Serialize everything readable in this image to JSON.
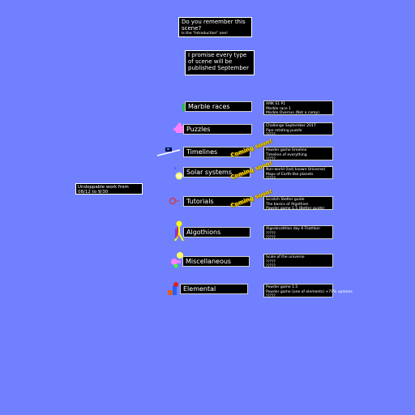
{
  "intro": {
    "line": "Do you remember this scene?",
    "sub": "Is the \"Introduction\" one!"
  },
  "promise": "I promise every type of scene will be published September",
  "undoable": "Undoppable work from 08/12 to 9/30",
  "coming_soon": "Coming soon!",
  "categories": [
    {
      "label": "Marble races",
      "coming": false,
      "info": [
        "AMK S1 P1",
        "Marble race 1",
        "Marble Overrun (Not a camp)"
      ]
    },
    {
      "label": "Puzzles",
      "coming": false,
      "info": [
        "Challenge September 2017",
        "Pipe rotating puzzle",
        "?????"
      ]
    },
    {
      "label": "Timelines",
      "coming": true,
      "info": [
        "Powder game timeline",
        "Timeline of everything",
        "?????"
      ]
    },
    {
      "label": "Solar systems",
      "coming": true,
      "info": [
        "Non-world (last known Universe)",
        "Maps of Earth-like planets",
        "?????"
      ]
    },
    {
      "label": "Tutorials",
      "coming": true,
      "info": [
        "Scratch Stelter guide",
        "The basics of Algothion",
        "Powder game 1.5 (Better guide)"
      ]
    },
    {
      "label": "Algothions",
      "coming": false,
      "info": [
        "Algodecathlon day 6-Triathlon",
        "?????",
        "?????"
      ]
    },
    {
      "label": "Miscellaneous",
      "coming": false,
      "info": [
        "Scale of the universe",
        "?????",
        "?????"
      ]
    },
    {
      "label": "Elemental",
      "coming": false,
      "info": [
        "Powder game 1.5",
        "Powder game (one of elements) +79% updates",
        "?????"
      ]
    }
  ],
  "colors": {
    "background": "#7080ff",
    "coming_soon": "#ffe000"
  }
}
